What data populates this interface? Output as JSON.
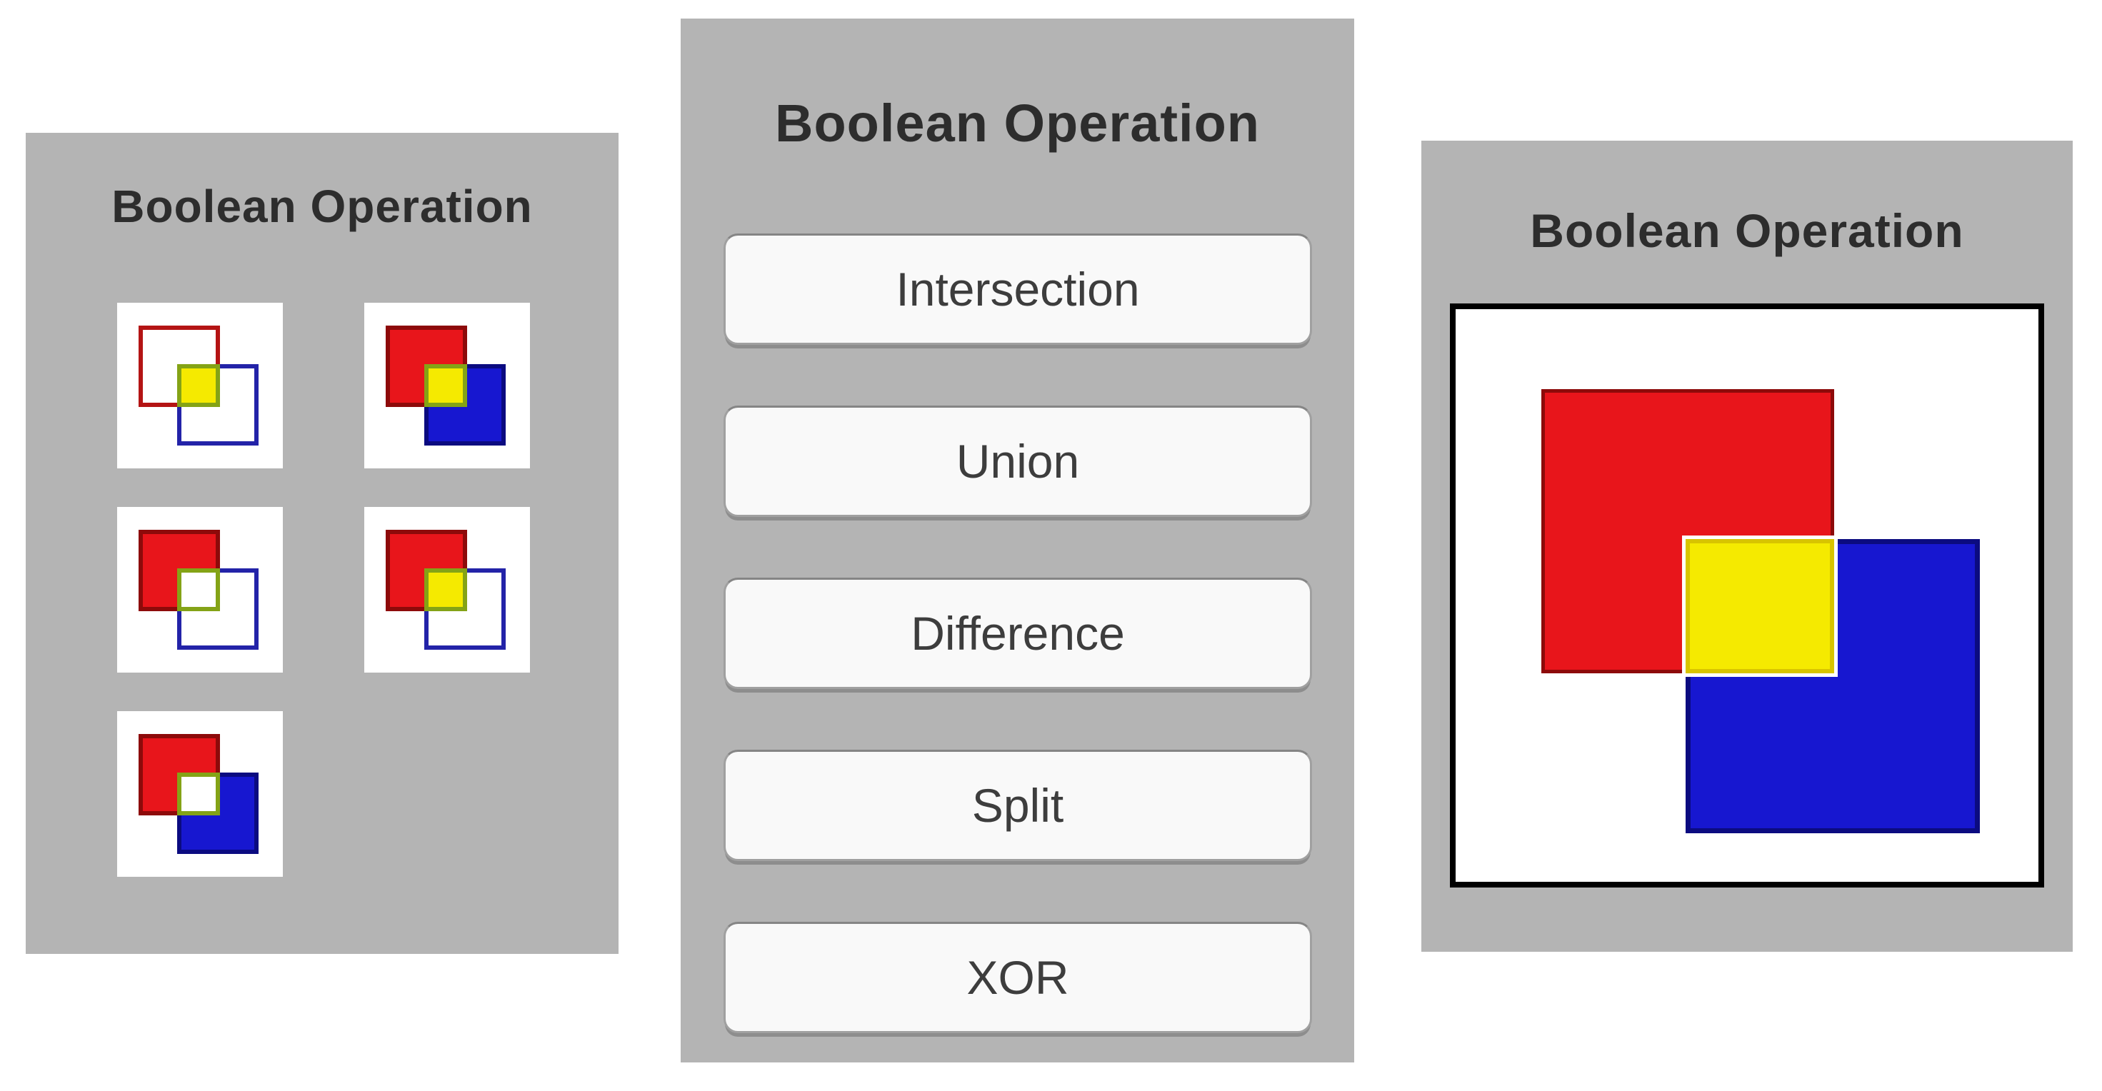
{
  "icons_panel": {
    "title": "Boolean Operation",
    "tiles": [
      {
        "operation": "intersection",
        "icon": "intersection-icon",
        "style": "red outline + blue outline, yellow overlap"
      },
      {
        "operation": "union",
        "icon": "union-icon",
        "style": "red fill + blue fill, yellow overlap"
      },
      {
        "operation": "difference",
        "icon": "difference-icon",
        "style": "red fill + blue outline, white overlap"
      },
      {
        "operation": "split",
        "icon": "split-icon",
        "style": "red fill + blue outline, yellow overlap"
      },
      {
        "operation": "xor",
        "icon": "xor-icon",
        "style": "red fill + blue fill, white overlap"
      }
    ]
  },
  "buttons_panel": {
    "title": "Boolean Operation",
    "buttons": [
      {
        "label": "Intersection"
      },
      {
        "label": "Union"
      },
      {
        "label": "Difference"
      },
      {
        "label": "Split"
      },
      {
        "label": "XOR"
      }
    ]
  },
  "preview_panel": {
    "title": "Boolean Operation",
    "shapes": [
      {
        "name": "red-square",
        "color": "#e8151b"
      },
      {
        "name": "blue-square",
        "color": "#1717d0"
      },
      {
        "name": "yellow-overlap",
        "color": "#f5ea00"
      }
    ]
  },
  "colors": {
    "panel_gray": "#b4b4b4",
    "title_color": "#2d2d2d",
    "tile_bg": "#ffffff",
    "canvas_bg": "#ffffff",
    "canvas_border": "#000000",
    "red_fill": "#e8151b",
    "red_border": "#8d0a0a",
    "red_outline": "#b41414",
    "blue_fill": "#1717d0",
    "blue_border": "#0b0b80",
    "blue_outline": "#2323a8",
    "yellow_fill": "#f5ea00",
    "yellow_inner": "#d8c400",
    "olive_border": "#84a316",
    "button_bg": "#f9f9f9",
    "button_border": "#a0a0a0",
    "button_text": "#3d3d3d"
  }
}
